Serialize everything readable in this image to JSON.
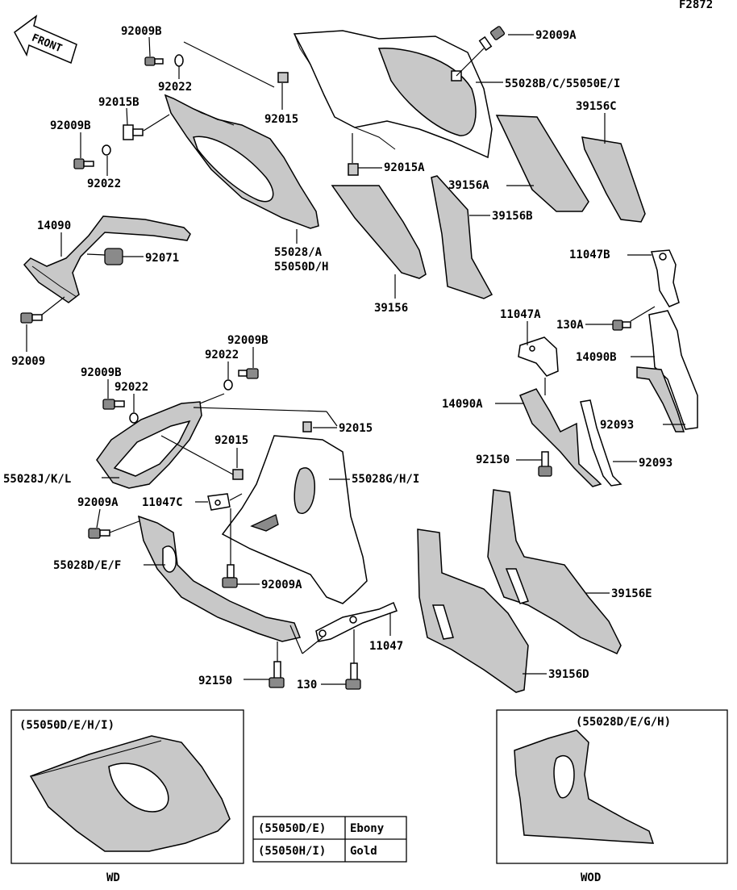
{
  "figure_id": "F2872",
  "front_label": "FRONT",
  "callouts": {
    "c92009B_a": "92009B",
    "c92022_a": "92022",
    "c92015B": "92015B",
    "c92009B_b": "92009B",
    "c92022_b": "92022",
    "c92015_a": "92015",
    "c92009A_a": "92009A",
    "c55028B": "55028B/C/55050E/I",
    "c39156C": "39156C",
    "c92015A": "92015A",
    "c39156A": "39156A",
    "c39156B": "39156B",
    "c14090": "14090",
    "c92071": "92071",
    "c55028A": "55028/A",
    "c55050DH": "55050D/H",
    "c39156": "39156",
    "c92009": "92009",
    "c11047B": "11047B",
    "c11047A": "11047A",
    "c130A": "130A",
    "c14090B": "14090B",
    "c92009B_c": "92009B",
    "c92022_c": "92022",
    "c92009B_d": "92009B",
    "c92022_d": "92022",
    "c92015_b": "92015",
    "c14090A": "14090A",
    "c92093_a": "92093",
    "c92015_c": "92015",
    "c92150_a": "92150",
    "c92093_b": "92093",
    "c55028JKL": "55028J/K/L",
    "c55028GHI": "55028G/H/I",
    "c92009A_b": "92009A",
    "c11047C": "11047C",
    "c55028DEF": "55028D/E/F",
    "c92009A_c": "92009A",
    "c39156E": "39156E",
    "c11047": "11047",
    "c92150_b": "92150",
    "c130": "130",
    "c39156D": "39156D"
  },
  "inset_wd": {
    "label": "(55050D/E/H/I)",
    "caption": "WD"
  },
  "inset_wod": {
    "label": "(55028D/E/G/H)",
    "caption": "WOD"
  },
  "color_table": [
    {
      "code": "(55050D/E)",
      "color": "Ebony"
    },
    {
      "code": "(55050H/I)",
      "color": "Gold"
    }
  ]
}
